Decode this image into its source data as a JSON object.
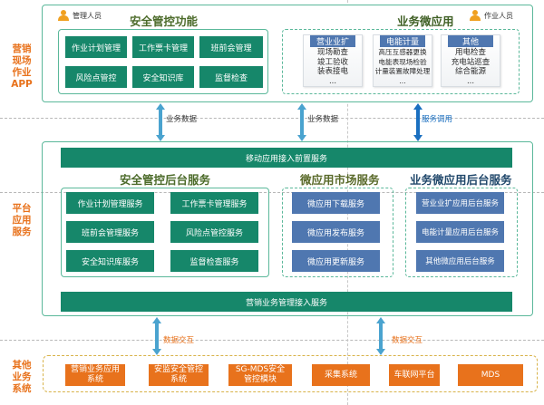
{
  "layers": {
    "app": "营销\n现场\n作业\nAPP",
    "platform": "平台\n应用\n服务",
    "other": "其他\n业务\n系统"
  },
  "app_layer": {
    "safety": {
      "role": "管理人员",
      "title": "安全管控功能",
      "items": [
        "作业计划管理",
        "工作票卡管理",
        "班前会管理",
        "风险点管控",
        "安全知识库",
        "监督检查"
      ]
    },
    "micro": {
      "role": "作业人员",
      "title": "业务微应用",
      "cards": [
        {
          "head": "营业业扩",
          "lines": [
            "现场勘查",
            "竣工验收",
            "装表接电",
            "..."
          ]
        },
        {
          "head": "电能计量",
          "lines": [
            "高压互感器更换",
            "电能表现场检验",
            "计量装置故障处理",
            "..."
          ]
        },
        {
          "head": "其他",
          "lines": [
            "用电检查",
            "充电站巡查",
            "综合能源",
            "..."
          ]
        }
      ]
    }
  },
  "arrows_top": [
    "业务数据",
    "业务数据",
    "服务调用"
  ],
  "platform_layer": {
    "front_bar": "移动应用接入前置服务",
    "safety_backend": {
      "title": "安全管控后台服务",
      "items": [
        "作业计划管理服务",
        "工作票卡管理服务",
        "班前会管理服务",
        "风险点管控服务",
        "安全知识库服务",
        "监督检查服务"
      ]
    },
    "market": {
      "title": "微应用市场服务",
      "items": [
        "微应用下载服务",
        "微应用发布服务",
        "微应用更新服务"
      ]
    },
    "micro_backend": {
      "title": "业务微应用后台服务",
      "items": [
        "营业业扩应用后台服务",
        "电能计量应用后台服务",
        "其他微应用后台服务"
      ]
    },
    "bottom_bar": "营销业务管理接入服务"
  },
  "arrows_bottom": [
    "数据交互",
    "数据交互"
  ],
  "other_layer": {
    "items": [
      "营销业务应用\n系统",
      "安监安全管控\n系统",
      "SG-MDS安全\n管控模块",
      "采集系统",
      "车联网平台",
      "MDS"
    ]
  },
  "colors": {
    "green": "#16876a",
    "blue": "#4f77b0",
    "orange": "#e8721c",
    "frame": "#5bb89a",
    "arrow_light": "#4aa3cf",
    "arrow_dark": "#1a6fc0"
  }
}
